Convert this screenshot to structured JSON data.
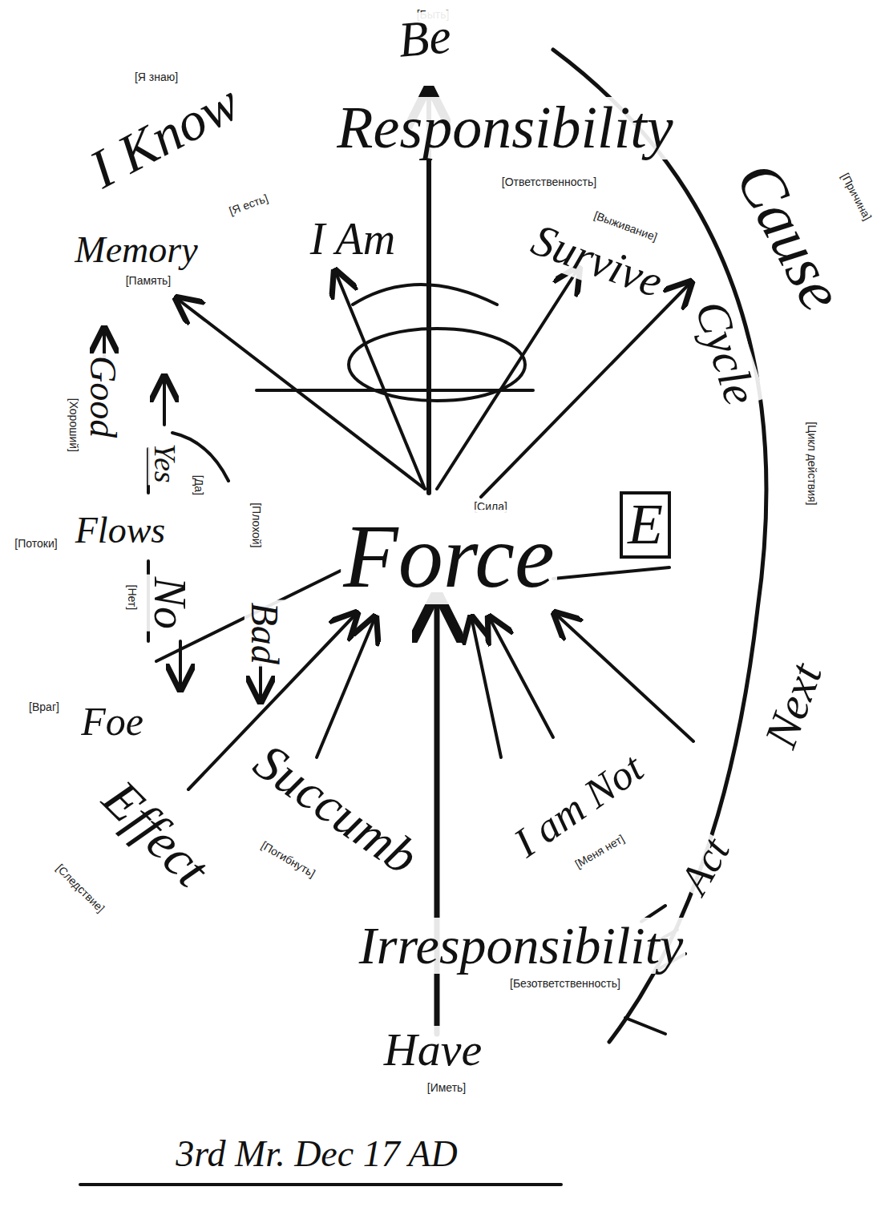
{
  "diagram": {
    "labels": [
      "[Быть]",
      "Be",
      "[Я знаю]",
      "I Know",
      "Responsibility",
      "[Ответственность]",
      "[Я есть]",
      "I Am",
      "[Выживание]",
      "Survive",
      "Cause",
      "[Причина]",
      "Memory",
      "[Память]",
      "Cycle",
      "[Цикл действия]",
      "Good",
      "[Хороший]",
      "Yes",
      "[Да]",
      "[Сила]",
      "Force",
      "E",
      "[Плохой]",
      "Flows",
      "[Потоки]",
      "No",
      "[Нет]",
      "Bad",
      "Next",
      "[Враг]",
      "Foe",
      "Effect",
      "[Следствие]",
      "Succumb",
      "[Погибнуть]",
      "I am Not",
      "[Меня нет]",
      "Act",
      "Irresponsibility",
      "[Безответственность]",
      "Have",
      "[Иметь]",
      "3rd Mr. Dec 17 AD"
    ]
  }
}
